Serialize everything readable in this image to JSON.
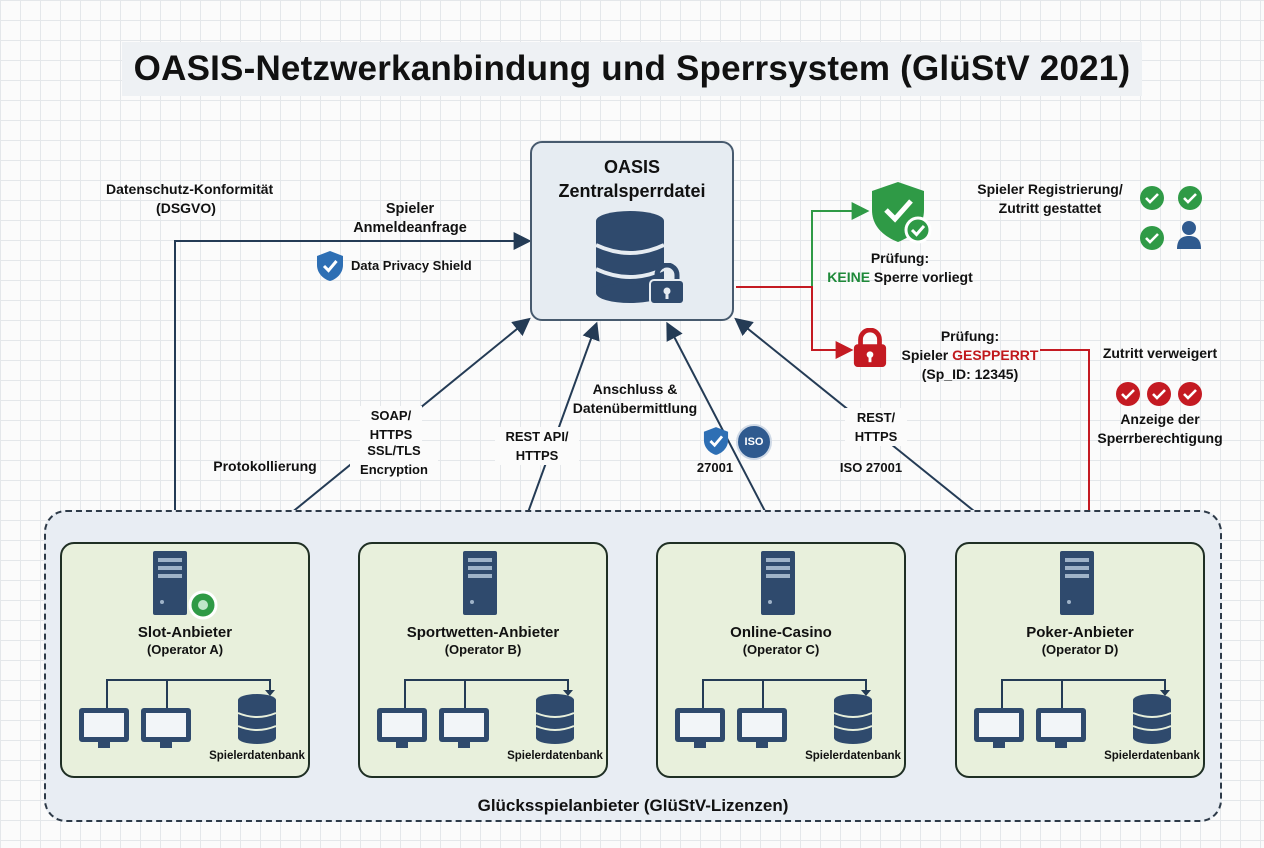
{
  "title": "OASIS-Netzwerkanbindung und Sperrsystem (GlüStV 2021)",
  "core": {
    "line1": "OASIS",
    "line2": "Zentralsperrdatei",
    "icons": [
      "database-icon",
      "lock-icon"
    ]
  },
  "privacy": {
    "compliance_line1": "Datenschutz-Konformität",
    "compliance_line2": "(DSGVO)",
    "request_line1": "Spieler",
    "request_line2": "Anmeldeanfrage",
    "shield_label": "Data Privacy Shield"
  },
  "links": {
    "protokollierung": "Protokollierung",
    "soap_line1": "SOAP/",
    "soap_line2": "HTTPS",
    "ssl_line1": "SSL/TLS",
    "ssl_line2": "Encryption",
    "rest_b_line1": "REST API/",
    "rest_b_line2": "HTTPS",
    "anschluss_line1": "Anschluss &",
    "anschluss_line2": "Datenübermittlung",
    "iso_c_label": "27001",
    "iso_badge": "ISO",
    "rest_d_line1": "REST/",
    "rest_d_line2": "HTTPS",
    "iso_d_label": "ISO 27001"
  },
  "check_ok": {
    "line1": "Prüfung:",
    "line2_highlight": "KEINE",
    "line2_rest": " Sperre vorliegt",
    "result_line1": "Spieler Registrierung/",
    "result_line2": "Zutritt gestattet"
  },
  "check_block": {
    "line1": "Prüfung:",
    "line2_prefix": "Spieler ",
    "line2_highlight": "GESPPERRT",
    "line3": "(Sp_ID: 12345)",
    "denied": "Zutritt verweigert",
    "display_line1": "Anzeige der",
    "display_line2": "Sperrberechtigung"
  },
  "group_label": "Glücksspielanbieter (GlüStV-Lizenzen)",
  "operators": [
    {
      "name": "Slot-Anbieter",
      "sub": "(Operator A)",
      "db": "Spielerdatenbank"
    },
    {
      "name": "Sportwetten-Anbieter",
      "sub": "(Operator B)",
      "db": "Spielerdatenbank"
    },
    {
      "name": "Online-Casino",
      "sub": "(Operator C)",
      "db": "Spielerdatenbank"
    },
    {
      "name": "Poker-Anbieter",
      "sub": "(Operator D)",
      "db": "Spielerdatenbank"
    }
  ],
  "colors": {
    "ok": "#2f9a46",
    "blocked": "#c41a22",
    "navy": "#2f4a6d",
    "operator_bg": "#e8f0dc"
  }
}
